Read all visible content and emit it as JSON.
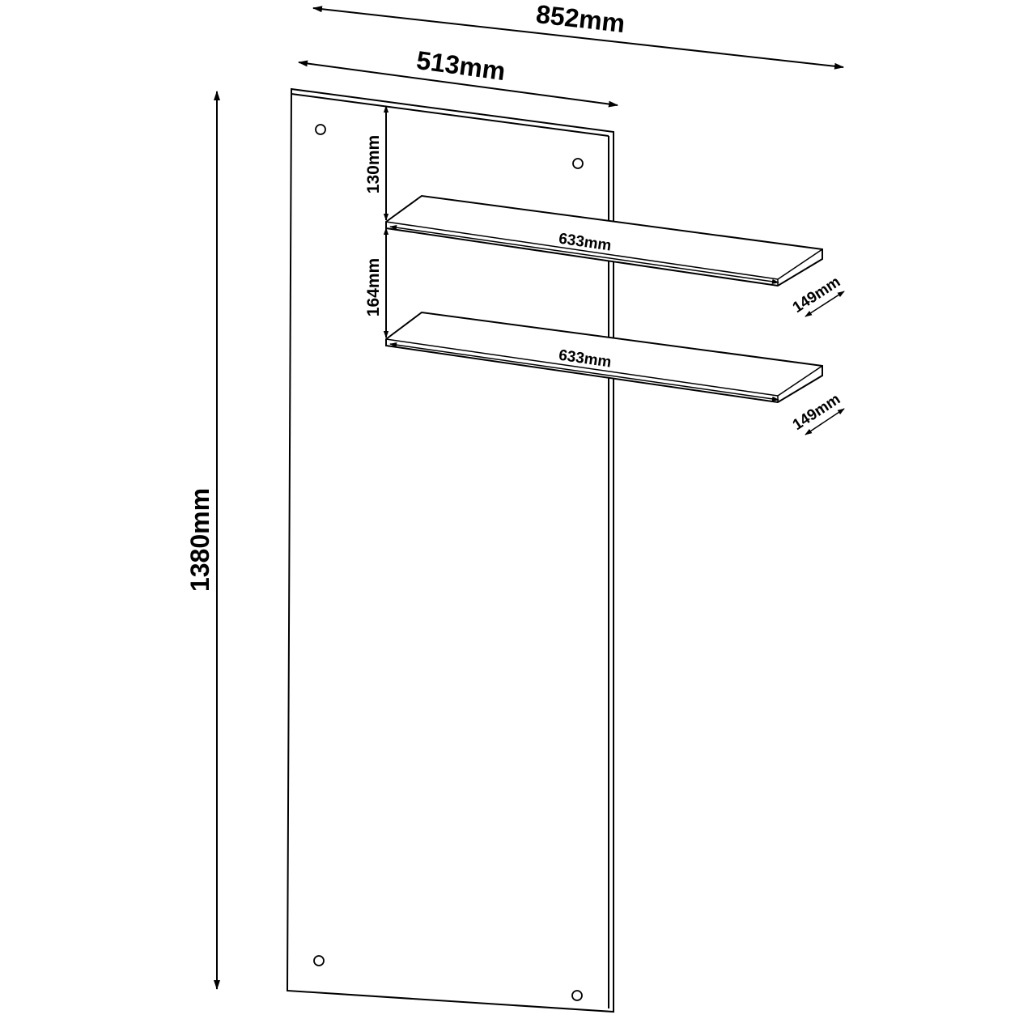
{
  "dimensions": {
    "total_width": "852mm",
    "panel_width": "513mm",
    "panel_height": "1380mm",
    "top_to_shelf": "130mm",
    "shelf_spacing": "164mm",
    "shelf_top_length": "633mm",
    "shelf_bottom_length": "633mm",
    "shelf_top_depth": "149mm",
    "shelf_bottom_depth": "149mm"
  }
}
